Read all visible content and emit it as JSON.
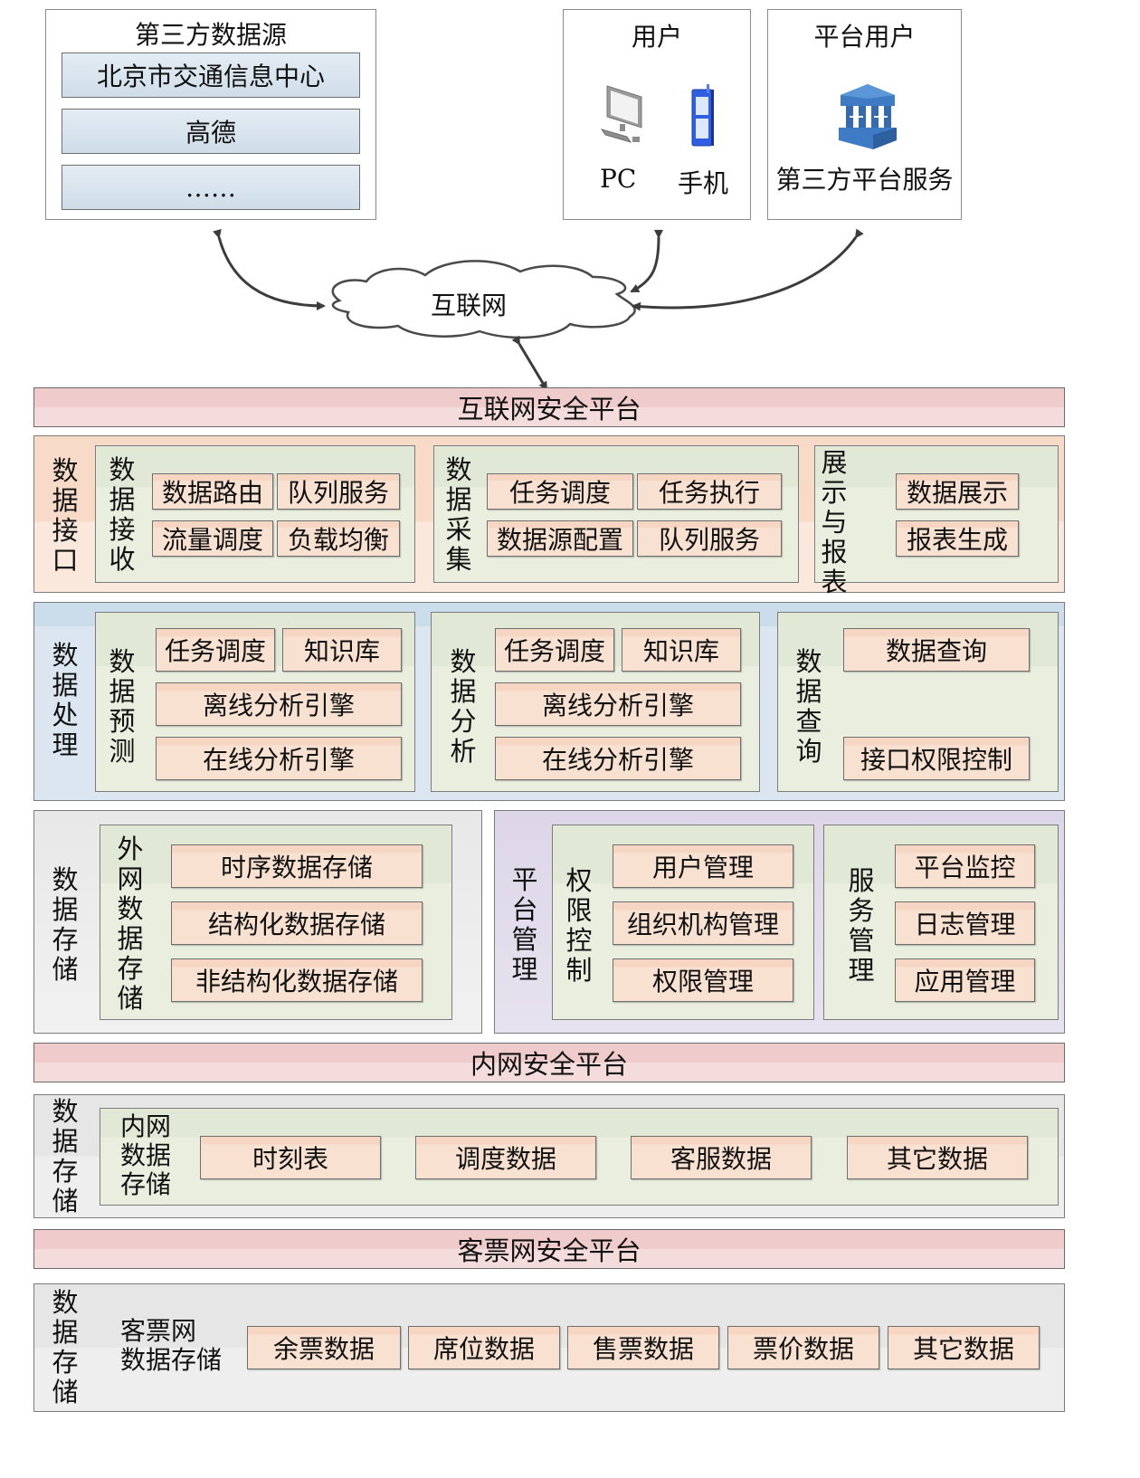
{
  "top": {
    "third_party_sources": {
      "title": "第三方数据源",
      "items": [
        "北京市交通信息中心",
        "高德",
        "……"
      ]
    },
    "users": {
      "title": "用户",
      "devices": [
        {
          "label": "PC",
          "icon": "desktop-computer-icon"
        },
        {
          "label": "手机",
          "icon": "mobile-phone-icon"
        }
      ]
    },
    "platform_users": {
      "title": "平台用户",
      "service_label": "第三方平台服务",
      "icon": "platform-service-icon"
    },
    "internet_cloud": "互联网"
  },
  "bands": {
    "internet_security": "互联网安全平台",
    "intranet_security": "内网安全平台",
    "ticket_security": "客票网安全平台"
  },
  "data_interface": {
    "label": "数据接口",
    "receive": {
      "label": "数据接收",
      "items": [
        "数据路由",
        "队列服务",
        "流量调度",
        "负载均衡"
      ]
    },
    "collect": {
      "label": "数据采集",
      "items": [
        "任务调度",
        "任务执行",
        "数据源配置",
        "队列服务"
      ]
    },
    "display": {
      "label": "展示与报表",
      "items": [
        "数据展示",
        "报表生成"
      ]
    }
  },
  "data_processing": {
    "label": "数据处理",
    "predict": {
      "label": "数据预测",
      "items": [
        "任务调度",
        "知识库",
        "离线分析引擎",
        "在线分析引擎"
      ]
    },
    "analysis": {
      "label": "数据分析",
      "items": [
        "任务调度",
        "知识库",
        "离线分析引擎",
        "在线分析引擎"
      ]
    },
    "query": {
      "label": "数据查询",
      "items": [
        "数据查询",
        "接口权限控制"
      ]
    }
  },
  "data_storage_external": {
    "label": "数据存储",
    "panel": {
      "label": "外网数据存储",
      "items": [
        "时序数据存储",
        "结构化数据存储",
        "非结构化数据存储"
      ]
    }
  },
  "platform_management": {
    "label": "平台管理",
    "access": {
      "label": "权限控制",
      "items": [
        "用户管理",
        "组织机构管理",
        "权限管理"
      ]
    },
    "service": {
      "label": "服务管理",
      "items": [
        "平台监控",
        "日志管理",
        "应用管理"
      ]
    }
  },
  "data_storage_intranet": {
    "label": "数据存储",
    "panel_label": "内网\n数据\n存储",
    "items": [
      "时刻表",
      "调度数据",
      "客服数据",
      "其它数据"
    ]
  },
  "data_storage_ticket": {
    "label": "数据存储",
    "panel_label": "客票网\n数据存储",
    "items": [
      "余票数据",
      "席位数据",
      "售票数据",
      "票价数据",
      "其它数据"
    ]
  },
  "colors": {
    "security_band": "#efcbcb",
    "interface_layer": "#f7dac7",
    "processing_layer": "#cbdcea",
    "management_layer": "#dcd6e8",
    "storage_layer": "#e8e8e8",
    "panel": "#e1e8d6",
    "module_box": "#f9e1d2",
    "source_box": "#d6e2ec",
    "arrow": "#3c3c3c"
  }
}
